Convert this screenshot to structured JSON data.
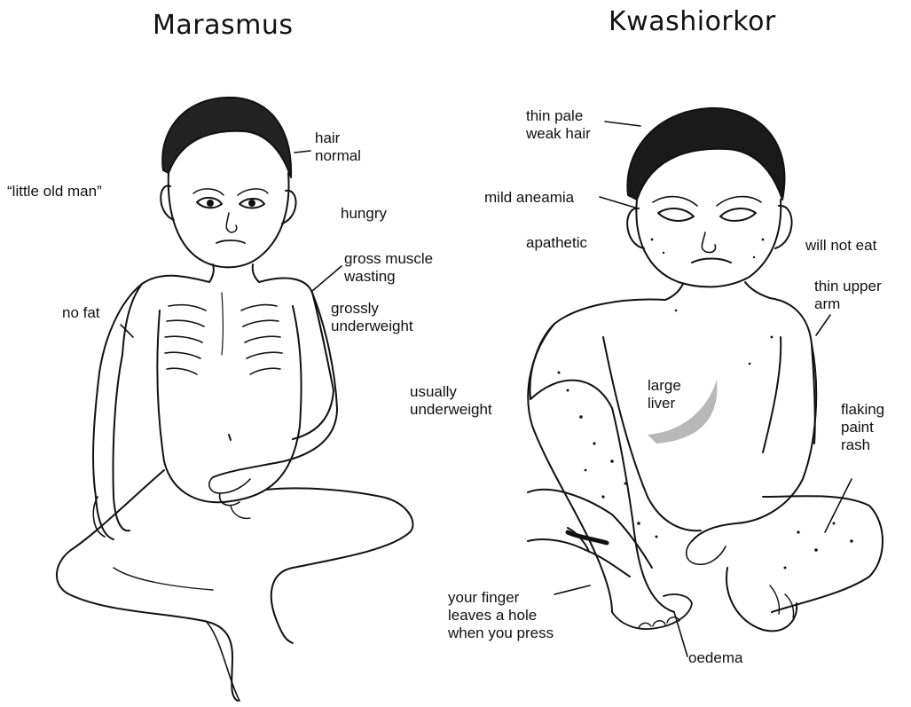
{
  "titles": {
    "left": "Marasmus",
    "right": "Kwashiorkor"
  },
  "marasmus": {
    "labels": {
      "hair": "hair\nnormal",
      "little_old_man": "“little old man”",
      "hungry": "hungry",
      "gross_muscle": "gross muscle\nwasting",
      "grossly_underweight": "grossly\nunderweight",
      "no_fat": "no fat"
    }
  },
  "kwashiorkor": {
    "labels": {
      "thin_hair": "thin pale\nweak hair",
      "mild_aneamia": "mild aneamia",
      "apathetic": "apathetic",
      "will_not_eat": "will not eat",
      "thin_upper_arm": "thin upper\narm",
      "usually_underweight": "usually\nunderweight",
      "large_liver": "large\nliver",
      "flaking_rash": "flaking\npaint\nrash",
      "your_finger": "your finger\nleaves a hole\nwhen you press",
      "oedema": "oedema"
    }
  },
  "colors": {
    "ink": "#111111",
    "liver": "#b8b8b8",
    "background": "#ffffff"
  }
}
